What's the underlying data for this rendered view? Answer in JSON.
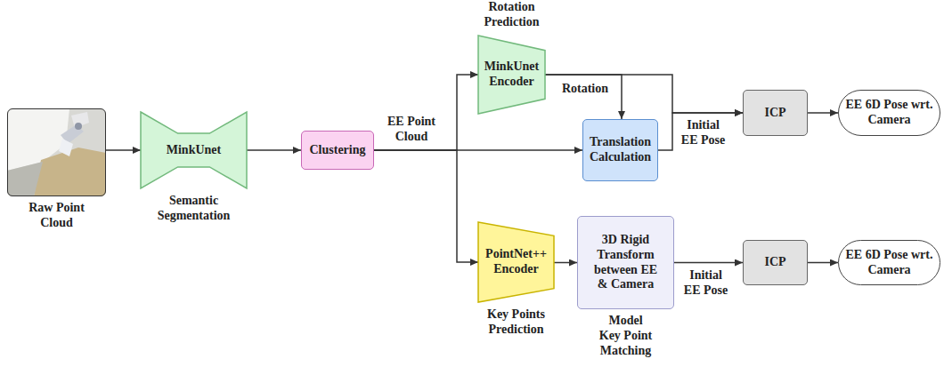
{
  "diagram": {
    "nodes": [
      {
        "text": [
          "Raw Point Cloud"
        ]
      },
      {
        "text": [
          "MinkUnet",
          "Semantic Segmentation"
        ]
      },
      {
        "text": [
          "Clustering"
        ]
      },
      {
        "text": [
          "Rotation Prediction",
          "MinkUnet Encoder"
        ]
      },
      {
        "text": [
          "Translation Calculation"
        ]
      },
      {
        "text": [
          "ICP"
        ]
      },
      {
        "text": [
          "EE 6D Pose wrt. Camera"
        ]
      },
      {
        "text": [
          "PointNet++ Encoder",
          "Key Points Prediction"
        ]
      },
      {
        "text": [
          "3D Rigid Transform between EE & Camera",
          "Model Key Point Matching"
        ]
      },
      {
        "text": [
          "ICP"
        ]
      },
      {
        "text": [
          "EE 6D Pose wrt. Camera"
        ]
      }
    ],
    "edges": [
      {
        "from": 0,
        "to": 1,
        "arrow": "to"
      },
      {
        "from": 1,
        "to": 2,
        "arrow": "to"
      },
      {
        "from": 2,
        "to": 3,
        "label": "EE Point Cloud",
        "arrow": "to"
      },
      {
        "from": 2,
        "to": 4,
        "arrow": "to"
      },
      {
        "from": 2,
        "to": 7,
        "arrow": "to"
      },
      {
        "from": 3,
        "to": 4,
        "label": "Rotation",
        "arrow": "to"
      },
      {
        "from": 3,
        "to": 5,
        "arrow": "to"
      },
      {
        "from": 4,
        "to": 5,
        "label": "Initial EE Pose",
        "arrow": "to"
      },
      {
        "from": 5,
        "to": 6,
        "arrow": "to"
      },
      {
        "from": 7,
        "to": 8,
        "arrow": "to"
      },
      {
        "from": 8,
        "to": 9,
        "label": "Initial EE Pose",
        "arrow": "to"
      },
      {
        "from": 9,
        "to": 10,
        "arrow": "to"
      }
    ]
  }
}
